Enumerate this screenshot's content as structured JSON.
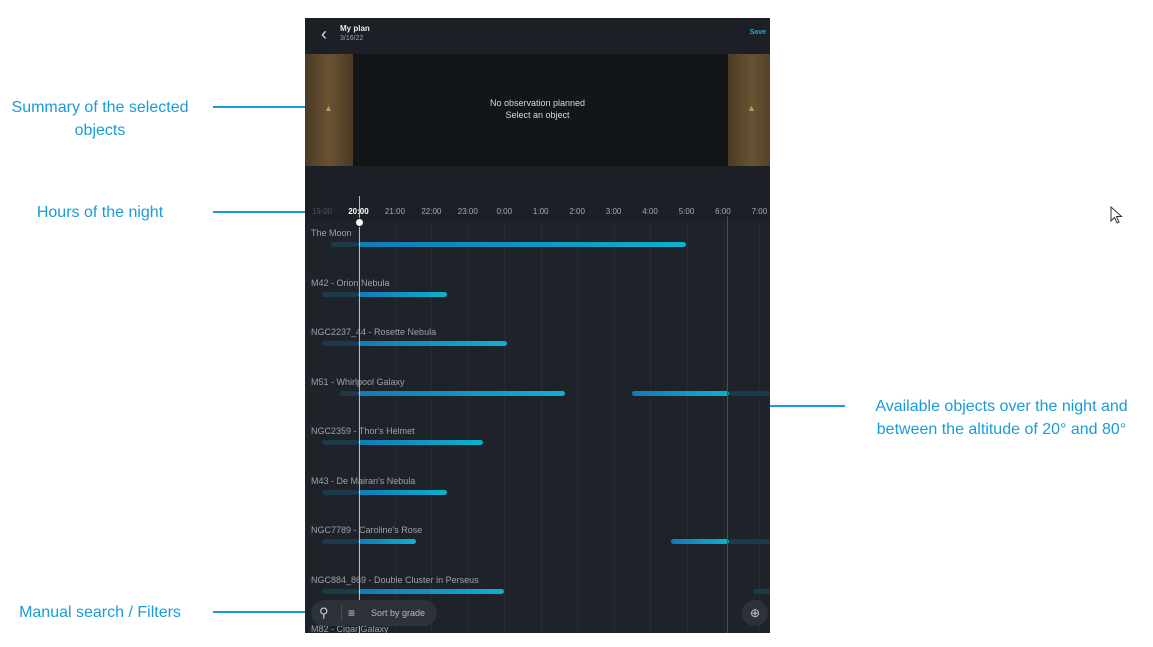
{
  "annotations": {
    "summary": [
      "Summary of the selected",
      "objects"
    ],
    "hours": "Hours of the night",
    "available": [
      "Available objects over the night and",
      "between the altitude of 20° and 80°"
    ],
    "search": "Manual search / Filters",
    "color": "#1a9bd7"
  },
  "header": {
    "back_icon": "chevron-left-icon",
    "title": "My plan",
    "date": "3/16/22",
    "save_label": "Save"
  },
  "summary": {
    "line1": "No observation planned",
    "line2": "Select an object",
    "thumb_icon": "telescope-icon"
  },
  "timeline": {
    "hours": [
      "19:00",
      "20:00",
      "21:00",
      "22:00",
      "23:00",
      "0:00",
      "1:00",
      "2:00",
      "3:00",
      "4:00",
      "5:00",
      "6:00",
      "7:00"
    ],
    "current": "20:00"
  },
  "objects": [
    {
      "name": "The Moon",
      "bars": [
        {
          "start": "19:15",
          "end": "20:00",
          "state": "dim"
        },
        {
          "start": "20:00",
          "end": "5:00",
          "state": "active"
        }
      ]
    },
    {
      "name": "M42 - Orion Nebula",
      "bars": [
        {
          "start": "19:00",
          "end": "20:00",
          "state": "dim"
        },
        {
          "start": "20:00",
          "end": "22:25",
          "state": "active"
        }
      ]
    },
    {
      "name": "NGC2237_44 - Rosette Nebula",
      "bars": [
        {
          "start": "19:00",
          "end": "20:00",
          "state": "dim"
        },
        {
          "start": "20:00",
          "end": "0:05",
          "state": "active"
        }
      ]
    },
    {
      "name": "M51 - Whirlpool Galaxy",
      "bars": [
        {
          "start": "19:30",
          "end": "20:00",
          "state": "dim"
        },
        {
          "start": "20:00",
          "end": "1:40",
          "state": "active"
        },
        {
          "start": "3:30",
          "end": "6:10",
          "state": "active"
        },
        {
          "start": "6:10",
          "end": "7:30",
          "state": "dim"
        }
      ]
    },
    {
      "name": "NGC2359 - Thor's Helmet",
      "bars": [
        {
          "start": "19:00",
          "end": "20:00",
          "state": "dim"
        },
        {
          "start": "20:00",
          "end": "23:25",
          "state": "active"
        }
      ]
    },
    {
      "name": "M43 - De Mairan's Nebula",
      "bars": [
        {
          "start": "19:00",
          "end": "20:00",
          "state": "dim"
        },
        {
          "start": "20:00",
          "end": "22:25",
          "state": "active"
        }
      ]
    },
    {
      "name": "NGC7789 - Caroline's Rose",
      "bars": [
        {
          "start": "19:00",
          "end": "20:00",
          "state": "dim"
        },
        {
          "start": "20:00",
          "end": "21:35",
          "state": "active"
        },
        {
          "start": "4:35",
          "end": "6:10",
          "state": "active"
        },
        {
          "start": "6:10",
          "end": "7:30",
          "state": "dim"
        }
      ]
    },
    {
      "name": "NGC884_869 - Double Cluster in Perseus",
      "bars": [
        {
          "start": "19:00",
          "end": "20:00",
          "state": "dim"
        },
        {
          "start": "20:00",
          "end": "0:00",
          "state": "active"
        },
        {
          "start": "6:50",
          "end": "7:30",
          "state": "dim"
        }
      ]
    },
    {
      "name": "M82 - Cigar Galaxy",
      "bars": []
    }
  ],
  "toolbar": {
    "search_icon": "search-icon",
    "filter_icon": "sliders-icon",
    "sort_label": "Sort by grade",
    "zoom_icon": "zoom-in-icon"
  },
  "colors": {
    "accent": "#1fa9e8",
    "bar_active": "#0fb0cd",
    "bar_dim": "#1c3a4b",
    "background": "#1f232a"
  }
}
